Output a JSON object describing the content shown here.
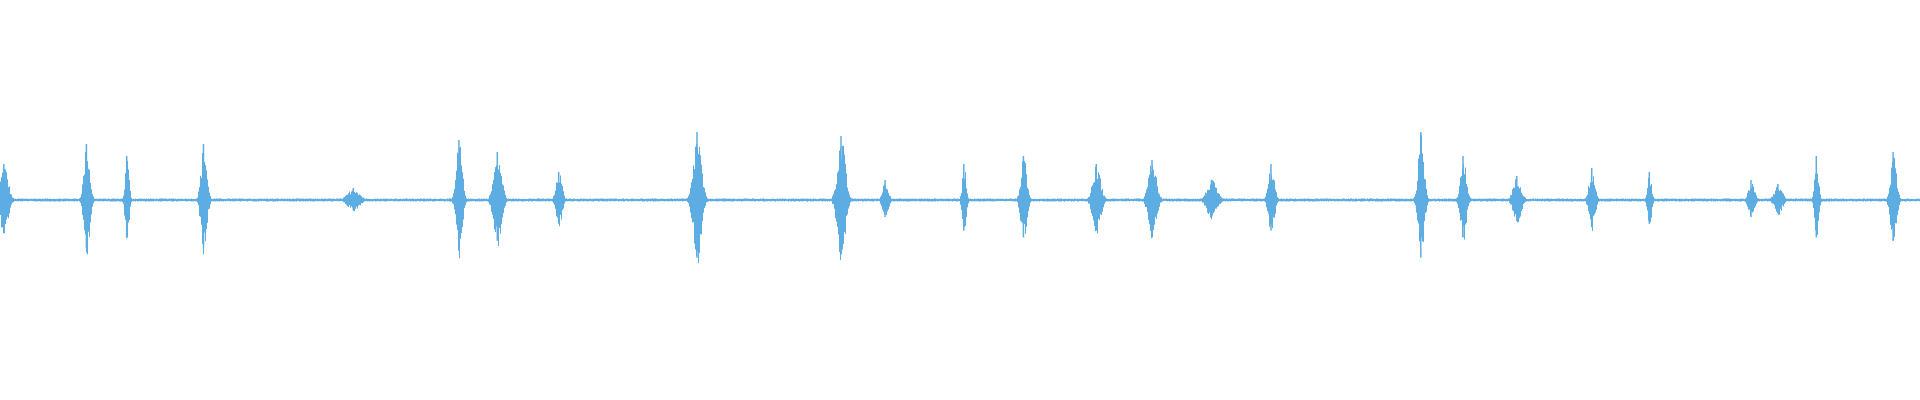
{
  "waveform": {
    "color": "#5dade2",
    "baseline_amplitude": 0.004,
    "spikes": [
      {
        "t": 0.002,
        "amp": 0.09,
        "width": 0.004
      },
      {
        "t": 0.045,
        "amp": 0.14,
        "width": 0.003
      },
      {
        "t": 0.066,
        "amp": 0.11,
        "width": 0.002
      },
      {
        "t": 0.106,
        "amp": 0.14,
        "width": 0.003
      },
      {
        "t": 0.184,
        "amp": 0.03,
        "width": 0.006
      },
      {
        "t": 0.239,
        "amp": 0.15,
        "width": 0.003
      },
      {
        "t": 0.259,
        "amp": 0.12,
        "width": 0.004
      },
      {
        "t": 0.291,
        "amp": 0.07,
        "width": 0.003
      },
      {
        "t": 0.363,
        "amp": 0.17,
        "width": 0.004
      },
      {
        "t": 0.438,
        "amp": 0.16,
        "width": 0.004
      },
      {
        "t": 0.461,
        "amp": 0.05,
        "width": 0.003
      },
      {
        "t": 0.502,
        "amp": 0.09,
        "width": 0.002
      },
      {
        "t": 0.533,
        "amp": 0.11,
        "width": 0.003
      },
      {
        "t": 0.571,
        "amp": 0.09,
        "width": 0.004
      },
      {
        "t": 0.6,
        "amp": 0.1,
        "width": 0.004
      },
      {
        "t": 0.631,
        "amp": 0.05,
        "width": 0.005
      },
      {
        "t": 0.662,
        "amp": 0.09,
        "width": 0.003
      },
      {
        "t": 0.74,
        "amp": 0.17,
        "width": 0.003
      },
      {
        "t": 0.762,
        "amp": 0.11,
        "width": 0.003
      },
      {
        "t": 0.79,
        "amp": 0.06,
        "width": 0.004
      },
      {
        "t": 0.829,
        "amp": 0.08,
        "width": 0.003
      },
      {
        "t": 0.859,
        "amp": 0.07,
        "width": 0.002
      },
      {
        "t": 0.912,
        "amp": 0.05,
        "width": 0.003
      },
      {
        "t": 0.926,
        "amp": 0.04,
        "width": 0.004
      },
      {
        "t": 0.946,
        "amp": 0.11,
        "width": 0.002
      },
      {
        "t": 0.986,
        "amp": 0.12,
        "width": 0.003
      }
    ]
  }
}
